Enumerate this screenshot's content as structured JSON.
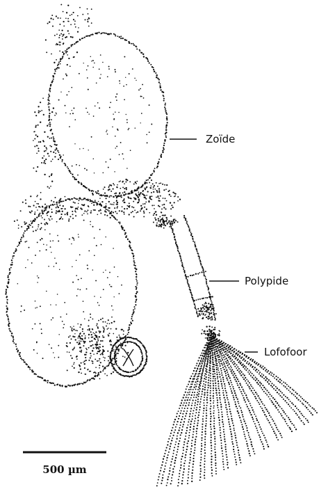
{
  "labels": {
    "zoide": "Zoïde",
    "polypide": "Polypide",
    "lofofoor": "Lofofoor"
  },
  "scale_bar": {
    "label": "500 µm"
  },
  "colors": {
    "ink": "#111111",
    "background": "#ffffff"
  }
}
